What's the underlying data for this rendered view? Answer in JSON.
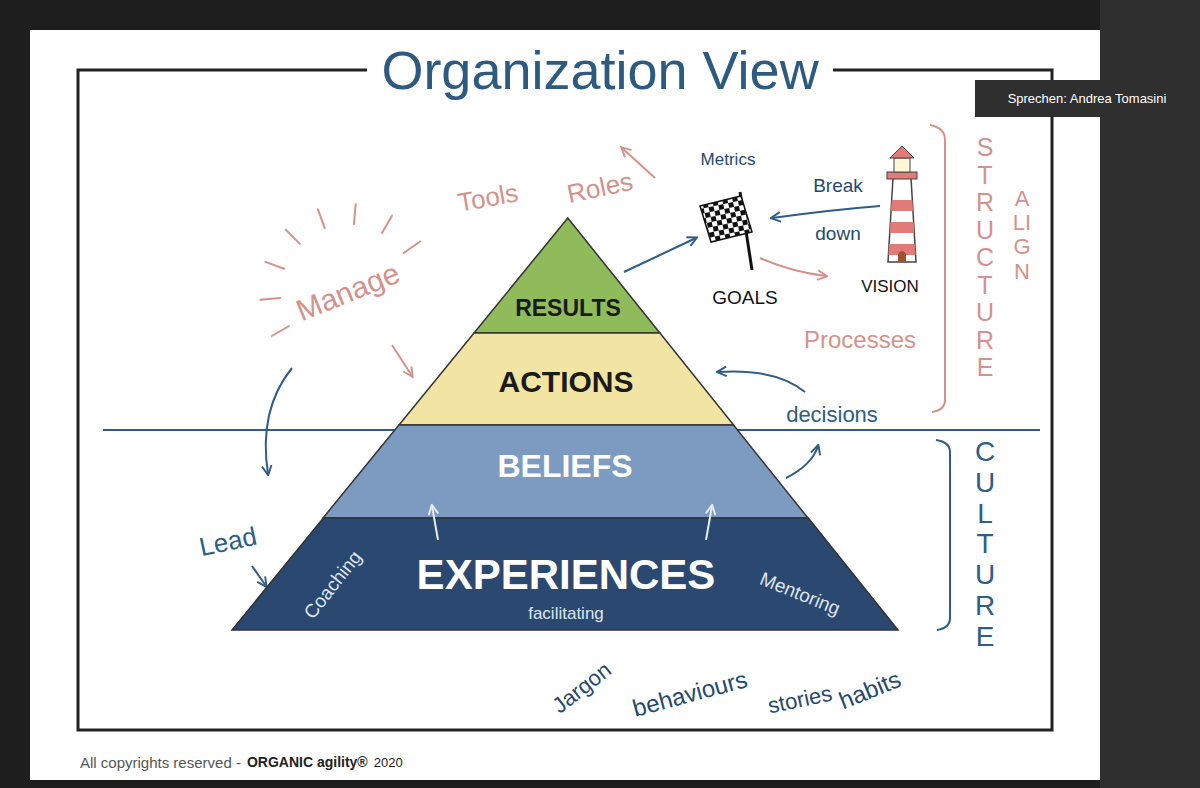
{
  "diagram": {
    "title": "Organization View",
    "nodes": [
      {
        "text": [
          "RESULTS"
        ]
      },
      {
        "text": [
          "ACTIONS"
        ]
      },
      {
        "text": [
          "BELIEFS"
        ]
      },
      {
        "text": [
          "EXPERIENCES",
          "Coaching",
          "facilitating",
          "Mentoring"
        ]
      }
    ],
    "edges": [
      {
        "from": 3,
        "to": 2,
        "arrow": "to"
      },
      {
        "from": 3,
        "to": 2,
        "arrow": "to"
      }
    ],
    "labels": [
      "Tools",
      "Roles",
      "Metrics",
      "GOALS",
      "Break down",
      "VISION",
      "Processes",
      "STRUCTURE",
      "ALIGN",
      "Manage",
      "decisions",
      "CULTURE",
      "Lead",
      "Jargon",
      "behaviours",
      "stories",
      "habits",
      "All copyrights reserved -",
      "ORGANIC agility®",
      "2020",
      "Sprechen: Andrea Tomasini"
    ]
  }
}
